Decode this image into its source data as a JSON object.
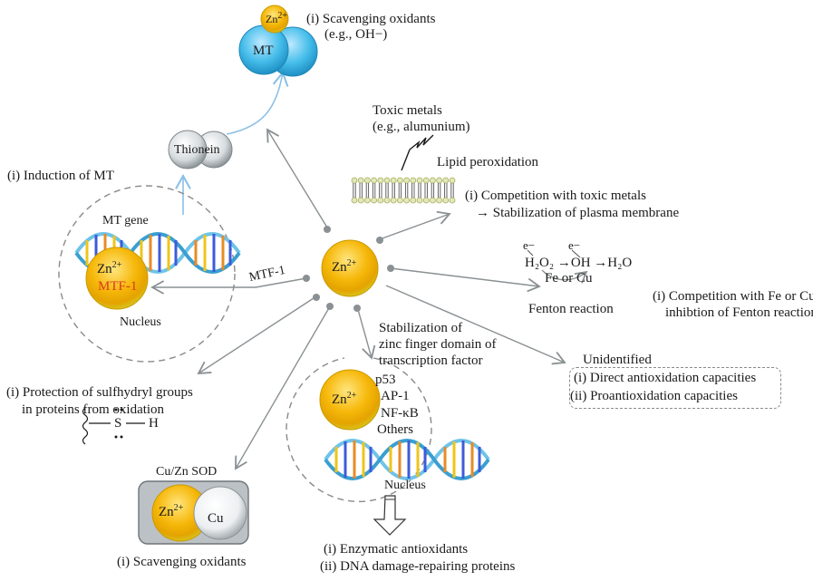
{
  "central": {
    "label": "Zn",
    "charge": "2+"
  },
  "mt_complex": {
    "zn_label": "Zn",
    "zn_charge": "2+",
    "mt_label": "MT",
    "caption_line1": "(i) Scavenging oxidants",
    "caption_line2": "(e.g., OH−)"
  },
  "thionein": {
    "label": "Thionein"
  },
  "induction": {
    "title": "(i) Induction of MT",
    "gene_label": "MT gene",
    "zn_label": "Zn",
    "zn_charge": "2+",
    "mtf_label": "MTF-1",
    "nucleus_label": "Nucleus",
    "arrow_label": "MTF-1"
  },
  "membrane": {
    "toxic_line1": "Toxic metals",
    "toxic_line2": "(e.g., alumunium)",
    "lipid_label": "Lipid peroxidation",
    "effect_line1": "(i) Competition with toxic metals",
    "effect_line2": "→ Stabilization of plasma membrane"
  },
  "fenton": {
    "electron": "e−",
    "h2o2": "H₂O₂",
    "oh": "OH",
    "h2o": "H₂O",
    "catalyst": "Fe or Cu",
    "reaction_label": "Fenton reaction",
    "effect_line1": "(i) Competition with Fe or Cu",
    "effect_line2": "inhibtion of Fenton reaction"
  },
  "unidentified": {
    "title": "Unidentified",
    "item1": "(i) Direct antioxidation capacities",
    "item2": "(ii) Proantioxidation capacities"
  },
  "sulfhydryl": {
    "line1": "(i) Protection of sulfhydryl groups",
    "line2": "in proteins from oxidation",
    "s_atom": "S",
    "h_atom": "H"
  },
  "sod": {
    "title": "Cu/Zn SOD",
    "zn_label": "Zn",
    "zn_charge": "2+",
    "cu_label": "Cu",
    "caption": "(i) Scavenging oxidants"
  },
  "zinc_finger": {
    "title_line1": "Stabilization of",
    "title_line2": "zinc finger domain of",
    "title_line3": "transcription factor",
    "zn_label": "Zn",
    "zn_charge": "2+",
    "factors": [
      "p53",
      "AP-1",
      "NF-κB",
      "Others"
    ],
    "nucleus_label": "Nucleus",
    "outcome1": "(i) Enzymatic antioxidants",
    "outcome2": "(ii) DNA damage-repairing proteins"
  },
  "colors": {
    "zinc": "#f2b705",
    "mt_blue": "#3fb6e6",
    "arrow_gray": "#8a9093",
    "arrow_blue": "#8cc0e6",
    "mtf_red": "#d9381e"
  }
}
